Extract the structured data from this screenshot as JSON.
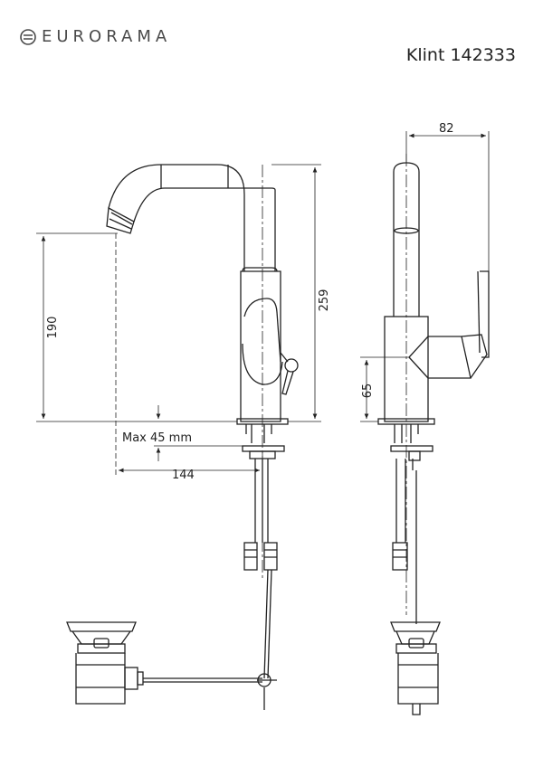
{
  "brand": {
    "name": "EURORAMA",
    "logo": "eurorama-logo-icon"
  },
  "product": {
    "title": "Klint 142333"
  },
  "dimensions": {
    "depth": "82",
    "height_total": "259",
    "spout_height": "190",
    "lever_height": "65",
    "max_thickness": "Max 45 mm",
    "reach": "144"
  }
}
